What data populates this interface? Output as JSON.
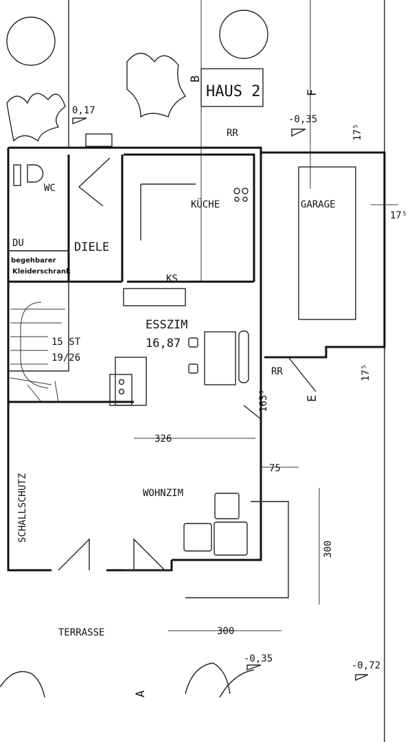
{
  "plan": {
    "title": "HAUS 2",
    "axis_labels": {
      "b": "B",
      "f": "F",
      "e": "E",
      "a": "A"
    },
    "levels": {
      "entry": "0,17",
      "front_right": "-0,35",
      "terrace": "-0,35",
      "corner": "-0,72"
    },
    "rooms": {
      "wc": "WC",
      "du": "DU",
      "diele": "DIELE",
      "closet_line1": "begehbarer",
      "closet_line2": "Kleiderschrank",
      "kueche": "KÜCHE",
      "ks": "KS",
      "garage": "GARAGE",
      "esszim": "ESSZIM",
      "esszim_area": "16,87",
      "stairs_line1": "15 ST",
      "stairs_line2": "19/26",
      "wohnzim": "WOHNZIM",
      "terrasse": "TERRASSE",
      "schallschutz": "SCHALLSCHUTZ"
    },
    "markers": {
      "rr_top": "RR",
      "rr_mid": "RR"
    },
    "dimensions": {
      "top_175": "17⁵",
      "garage_175": "17⁵",
      "lower_175": "17⁵",
      "d163": "163⁵",
      "d326": "326",
      "d75": "75",
      "d300_v": "300",
      "d300_h": "300"
    }
  }
}
